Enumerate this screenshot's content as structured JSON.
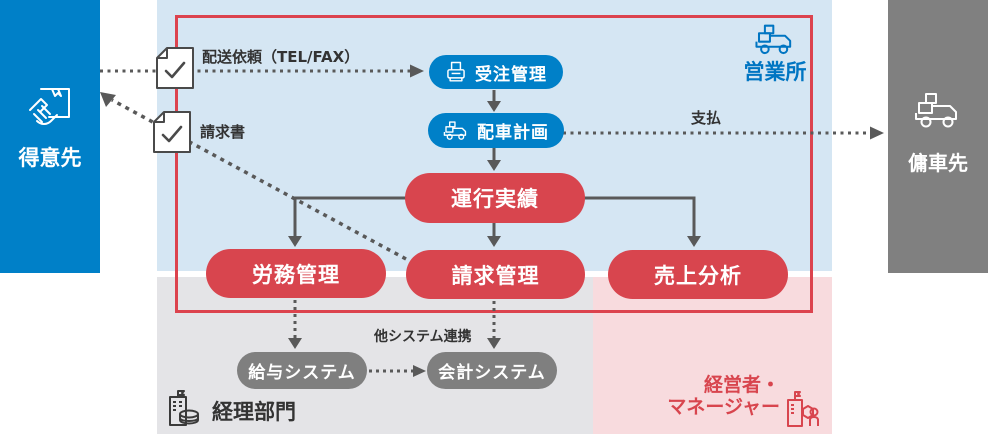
{
  "palette": {
    "blue": "#0080c8",
    "blue_text": "#0075c2",
    "red": "#d8454e",
    "frame_red": "#dc434e",
    "light_blue_bg": "#d5e6f3",
    "gray_bg": "#e4e4e7",
    "pink_bg": "#f8dbde",
    "gray_pill": "#7f7f7f",
    "gray_box": "#808080",
    "arrow_gray": "#595959"
  },
  "actors": {
    "customer": {
      "label": "得意先",
      "icon": "hands-holding-box-icon"
    },
    "charter": {
      "label": "傭車先",
      "icon": "cargo-truck-icon"
    },
    "office": {
      "label": "営業所",
      "icon": "cargo-truck-icon"
    },
    "accounting_dept": {
      "label": "経理部門",
      "icon": "building-coins-icon"
    },
    "manager": {
      "label_line1": "経営者・",
      "label_line2": "マネージャー",
      "icon": "building-person-icon"
    }
  },
  "documents": [
    {
      "label": "配送依頼（TEL/FAX）",
      "icon": "document-check-icon"
    },
    {
      "label": "請求書",
      "icon": "document-check-icon"
    }
  ],
  "nodes": {
    "order_management": {
      "label": "受注管理",
      "icon": "fax-icon",
      "color": "blue"
    },
    "dispatch_plan": {
      "label": "配車計画",
      "icon": "truck-icon",
      "color": "blue"
    },
    "operation_results": {
      "label": "運行実績",
      "color": "red"
    },
    "labor_management": {
      "label": "労務管理",
      "color": "red"
    },
    "billing_management": {
      "label": "請求管理",
      "color": "red"
    },
    "sales_analysis": {
      "label": "売上分析",
      "color": "red"
    },
    "payroll_system": {
      "label": "給与システム",
      "color": "gray"
    },
    "accounting_system": {
      "label": "会計システム",
      "color": "gray"
    }
  },
  "edge_labels": {
    "payment": "支払",
    "other_system_link": "他システム連携"
  }
}
